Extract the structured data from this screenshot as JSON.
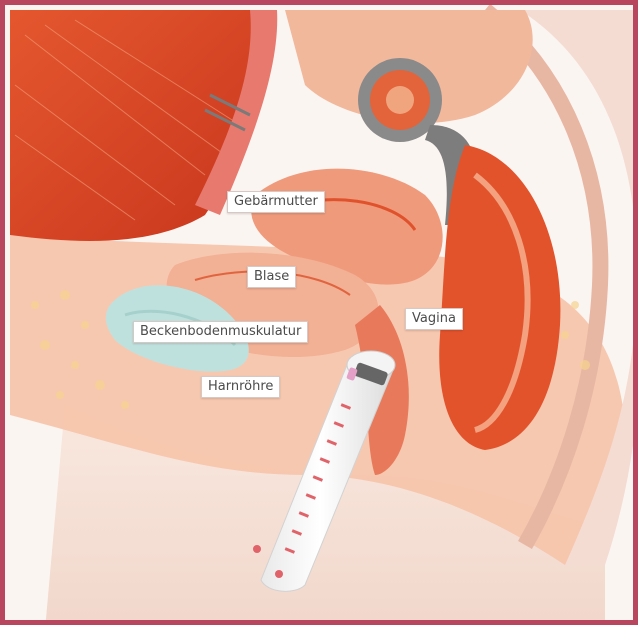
{
  "labels": {
    "uterus": "Gebärmutter",
    "bladder": "Blase",
    "vagina": "Vagina",
    "pelvic_floor": "Beckenbodenmuskulatur",
    "urethra": "Harnröhre"
  },
  "colors": {
    "frame": "#b8465f",
    "muscle": "#e0522c",
    "tissue": "#f6c3a8",
    "skin": "#f7e3da",
    "pelvic_floor": "#bfe1de",
    "device": "#ffffff",
    "device_marks": "#e0636a"
  }
}
